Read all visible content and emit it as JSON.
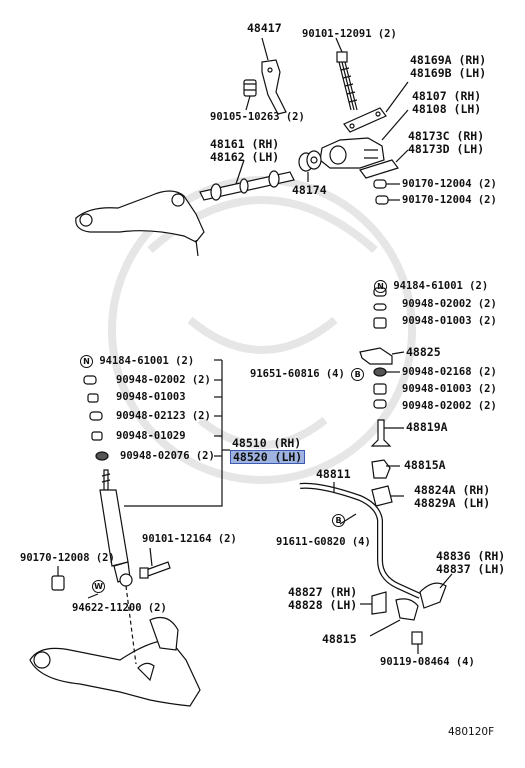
{
  "parts": {
    "p48417": "48417",
    "p90101_12091": "90101-12091 (2)",
    "p48169A": "48169A (RH)",
    "p48169B": "48169B (LH)",
    "p90105_10263": "90105-10263 (2)",
    "p48107": "48107 (RH)",
    "p48108": "48108 (LH)",
    "p48161": "48161 (RH)",
    "p48162": "48162 (LH)",
    "p48173C": "48173C (RH)",
    "p48173D": "48173D (LH)",
    "p48174": "48174",
    "p90170_12004a": "90170-12004 (2)",
    "p90170_12004b": "90170-12004 (2)",
    "p94184_r": "94184-61001 (2)",
    "p90948_02002_r": "90948-02002 (2)",
    "p90948_01003_r": "90948-01003 (2)",
    "p48825": "48825",
    "p91651": "91651-60816 (4)",
    "p90948_02168": "90948-02168 (2)",
    "p90948_01003_r2": "90948-01003 (2)",
    "p90948_02002_r2": "90948-02002 (2)",
    "p48819A": "48819A",
    "p48815A": "48815A",
    "p94184_l": "94184-61001 (2)",
    "p90948_02002_l": "90948-02002 (2)",
    "p90948_01003_l": "90948-01003",
    "p90948_02123": "90948-02123 (2)",
    "p90948_01029": "90948-01029",
    "p90948_02076": "90948-02076 (2)",
    "p48510": "48510 (RH)",
    "p48520": "48520 (LH)",
    "p48811": "48811",
    "p48824A": "48824A (RH)",
    "p48829A": "48829A (LH)",
    "p90101_12164": "90101-12164 (2)",
    "p91611": "91611-G0820 (4)",
    "p90170_12008": "90170-12008 (2)",
    "p94622": "94622-11200 (2)",
    "p48836": "48836 (RH)",
    "p48837": "48837 (LH)",
    "p48827": "48827 (RH)",
    "p48828": "48828 (LH)",
    "p48815": "48815",
    "p90119": "90119-08464 (4)",
    "fig": "480120F"
  },
  "markers": {
    "n": "N",
    "b": "B",
    "w": "W"
  },
  "colors": {
    "highlight": "#9fb3e0",
    "line": "#111111"
  }
}
